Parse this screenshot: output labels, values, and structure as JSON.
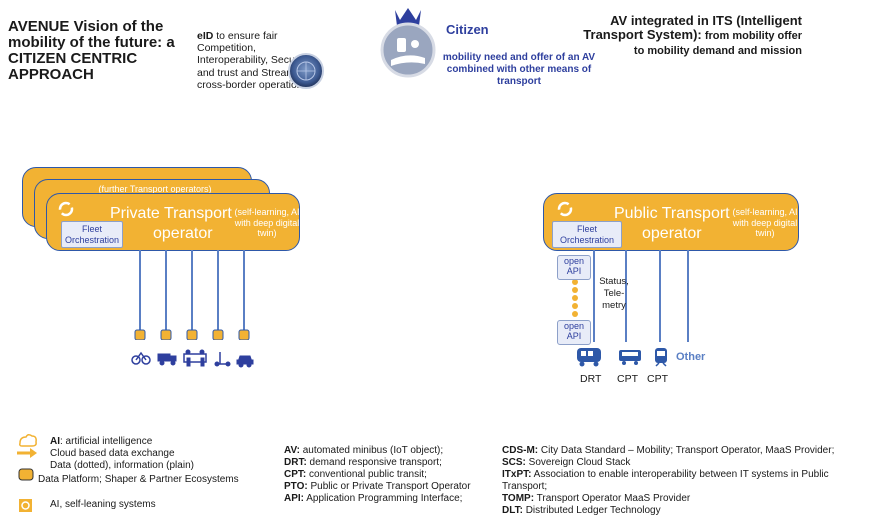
{
  "title": "AVENUE Vision of the mobility of the future: a CITIZEN CENTRIC APPROACH",
  "eid": {
    "keyword": "eID",
    "text": " to ensure fair Competition, Interoperability, Security and trust and Stream-line cross-border operations"
  },
  "citizen": {
    "label": "Citizen",
    "description": "mobility need and offer of an AV combined with other means of transport"
  },
  "av_its": {
    "heading": "AV integrated in ITS (Intelligent Transport System):",
    "text": " from mobility offer to mobility demand and mission"
  },
  "private": {
    "further": "(further Transport operators)",
    "title_line1": "Private Transport",
    "title_line2": "operator",
    "sub": "(self-learning, AI with deep digital twin)",
    "fleet": "Fleet Orchestration",
    "mode_icons": [
      "bicycle-icon",
      "truck-icon",
      "people-icon",
      "scooter-icon",
      "car-icon"
    ]
  },
  "public": {
    "title_line1": "Public Transport",
    "title_line2": "operator",
    "sub": "(self-learning, AI with deep digital twin)",
    "fleet": "Fleet Orchestration",
    "open_api_top": "open API",
    "open_api_bottom": "open API",
    "status": "Status, Tele-metry",
    "modes": [
      "DRT",
      "CPT",
      "CPT"
    ],
    "other": "Other"
  },
  "legend_left": [
    {
      "key": "AI",
      "text": ": artificial intelligence"
    },
    {
      "key": "",
      "text": "Cloud based data exchange"
    },
    {
      "key": "",
      "text": "Data (dotted), information (plain)"
    },
    {
      "key": "",
      "text": "Data Platform; Shaper & Partner Ecosystems"
    },
    {
      "key": "",
      "text": "AI, self-leaning systems"
    }
  ],
  "legend_mid": [
    {
      "key": "AV:",
      "text": " automated minibus (IoT object);"
    },
    {
      "key": "DRT:",
      "text": " demand responsive transport;"
    },
    {
      "key": "CPT:",
      "text": " conventional public transit;"
    },
    {
      "key": "PTO:",
      "text": " Public or Private Transport Operator"
    },
    {
      "key": "API:",
      "text": " Application Programming Interface;"
    }
  ],
  "legend_right": [
    {
      "key": "CDS-M:",
      "text": " City Data Standard – Mobility; Transport Operator, MaaS Provider;"
    },
    {
      "key": "SCS:",
      "text": " Sovereign Cloud Stack"
    },
    {
      "key": "ITxPT:",
      "text": " Association to enable interoperability between IT systems in Public"
    },
    {
      "key": "",
      "text": "Transport;"
    },
    {
      "key": "TOMP:",
      "text": " Transport Operator MaaS Provider"
    },
    {
      "key": "DLT:",
      "text": " Distributed Ledger Technology"
    }
  ],
  "colors": {
    "orange": "#f2b233",
    "blue_border": "#2e58a8",
    "dark_blue": "#2e3f9e",
    "light_blue": "#5a7fc4"
  }
}
